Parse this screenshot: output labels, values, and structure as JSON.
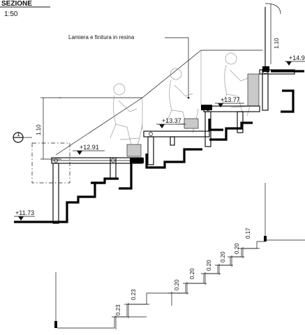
{
  "drawing": {
    "header_title_partial": "SEZIONE",
    "scale": "1:50",
    "annotation": "Lamiera e finitura in resina",
    "section_marker": "1",
    "railing_height_label": "1.10",
    "levels": {
      "level_1": "+11.73",
      "level_2": "+12.91",
      "level_3": "+13.37",
      "level_4": "+13.77",
      "level_5": "+14.9"
    },
    "riser_heights": [
      "0.23",
      "0.23",
      "0.20",
      "0.20",
      "0.20",
      "0.20",
      "0.20",
      "0.17"
    ]
  }
}
